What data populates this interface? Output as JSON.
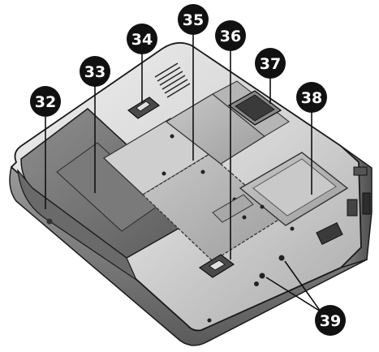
{
  "callouts": [
    {
      "id": "32",
      "label": "32"
    },
    {
      "id": "33",
      "label": "33"
    },
    {
      "id": "34",
      "label": "34"
    },
    {
      "id": "35",
      "label": "35"
    },
    {
      "id": "36",
      "label": "36"
    },
    {
      "id": "37",
      "label": "37"
    },
    {
      "id": "38",
      "label": "38"
    },
    {
      "id": "39",
      "label": "39"
    }
  ],
  "colors": {
    "shell_light": "#dcdcdc",
    "shell_mid": "#b9b9b9",
    "shell_dark": "#7d7d7d",
    "outline": "#1a1a1a",
    "callout_fill": "#111111",
    "callout_text": "#ffffff"
  }
}
